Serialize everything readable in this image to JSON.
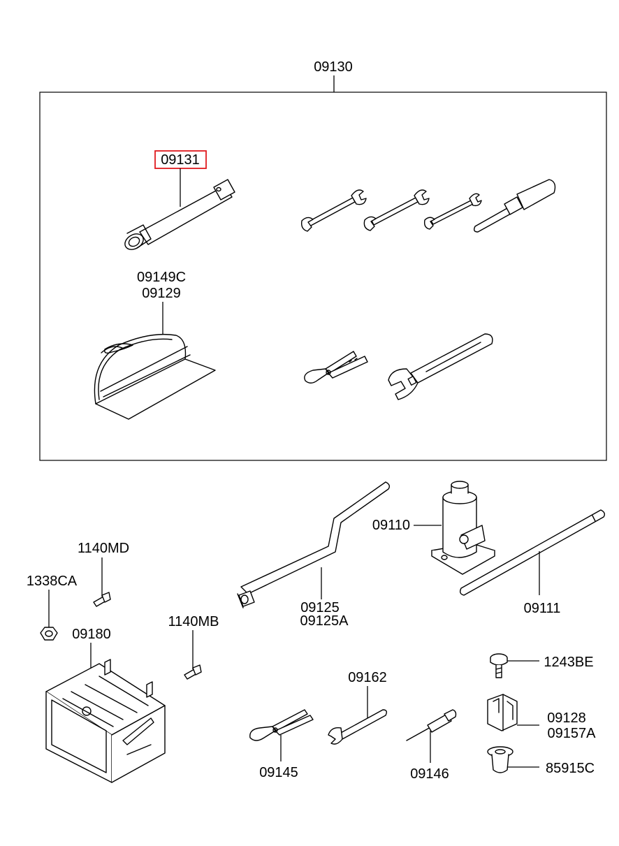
{
  "diagram": {
    "highlight_color": "#e0191e",
    "line_color": "#000000",
    "labels": {
      "kit_box": "09130",
      "box_wrench": "09131",
      "tool_bag_1": "09149C",
      "tool_bag_2": "09129",
      "jack": "09110",
      "jack_handle": "09111",
      "crank_handle_1": "09125",
      "crank_handle_2": "09125A",
      "bolt_top": "1140MD",
      "nut": "1338CA",
      "holder": "09180",
      "bolt_mid": "1140MB",
      "screw_right": "1243BE",
      "wrench_small": "09162",
      "clip_1": "09128",
      "clip_2": "09157A",
      "pliers": "09145",
      "screwdriver": "09146",
      "grommet": "85915C"
    },
    "highlighted_part": "09131"
  }
}
